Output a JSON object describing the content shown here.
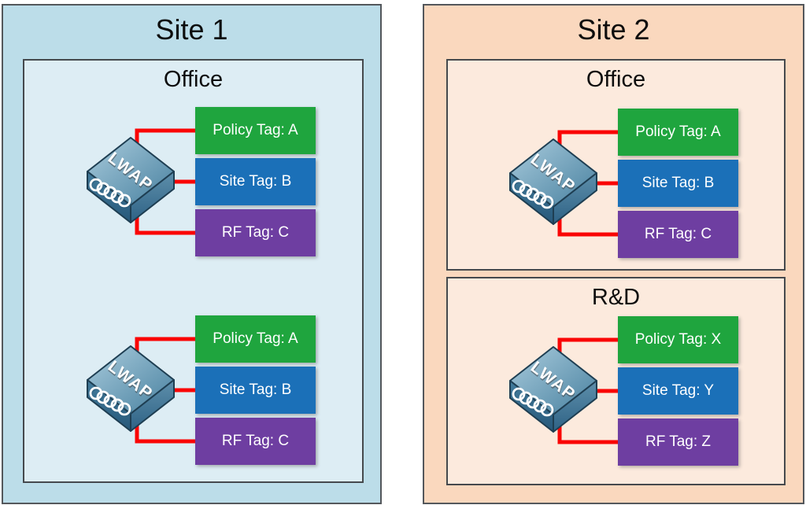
{
  "colors": {
    "site1_fill": "#BCDDE9",
    "site1_room_fill": "#DDEDF4",
    "site2_fill": "#FAD8BE",
    "site2_room_fill": "#FCEADD",
    "box_border": "#45494D",
    "policy_tag_fill": "#1FA53E",
    "site_tag_fill": "#1B70B8",
    "rf_tag_fill": "#6E3EA1",
    "connector_red": "#FA0505",
    "tag_text": "#FFFFFF",
    "title_text": "#0D0D0D"
  },
  "sites": [
    {
      "title": "Site 1",
      "rooms": [
        {
          "title": "Office",
          "ap_groups": [
            {
              "device": "LWAP",
              "tags": [
                {
                  "name": "policy-tag",
                  "label": "Policy Tag: A"
                },
                {
                  "name": "site-tag",
                  "label": "Site Tag: B"
                },
                {
                  "name": "rf-tag",
                  "label": "RF Tag: C"
                }
              ]
            },
            {
              "device": "LWAP",
              "tags": [
                {
                  "name": "policy-tag",
                  "label": "Policy Tag: A"
                },
                {
                  "name": "site-tag",
                  "label": "Site Tag: B"
                },
                {
                  "name": "rf-tag",
                  "label": "RF Tag: C"
                }
              ]
            }
          ]
        }
      ]
    },
    {
      "title": "Site 2",
      "rooms": [
        {
          "title": "Office",
          "ap_groups": [
            {
              "device": "LWAP",
              "tags": [
                {
                  "name": "policy-tag",
                  "label": "Policy Tag: A"
                },
                {
                  "name": "site-tag",
                  "label": "Site Tag: B"
                },
                {
                  "name": "rf-tag",
                  "label": "RF Tag: C"
                }
              ]
            }
          ]
        },
        {
          "title": "R&D",
          "ap_groups": [
            {
              "device": "LWAP",
              "tags": [
                {
                  "name": "policy-tag",
                  "label": "Policy Tag: X"
                },
                {
                  "name": "site-tag",
                  "label": "Site Tag: Y"
                },
                {
                  "name": "rf-tag",
                  "label": "RF Tag: Z"
                }
              ]
            }
          ]
        }
      ]
    }
  ]
}
